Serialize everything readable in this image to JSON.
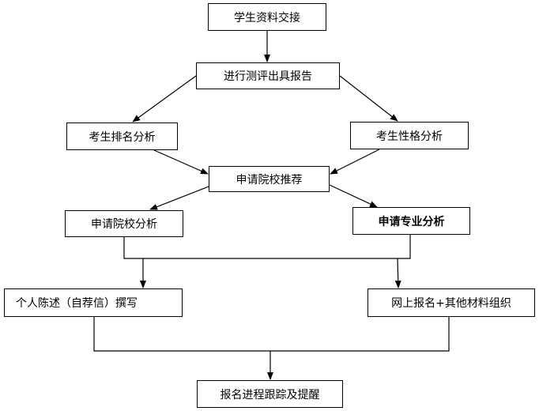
{
  "nodes": [
    {
      "id": "n1",
      "label": "学生资料交接"
    },
    {
      "id": "n2",
      "label": "进行测评出具报告"
    },
    {
      "id": "n3",
      "label": "考生排名分析"
    },
    {
      "id": "n4",
      "label": "考生性格分析"
    },
    {
      "id": "n5",
      "label": "申请院校推荐"
    },
    {
      "id": "n6",
      "label": "申请院校分析"
    },
    {
      "id": "n7",
      "label": "申请专业分析"
    },
    {
      "id": "n8",
      "label": "个人陈述（自荐信）撰写"
    },
    {
      "id": "n9",
      "label": "网上报名+其他材料组织"
    },
    {
      "id": "n10",
      "label": "报名进程跟踪及提醒"
    }
  ],
  "edges": [
    {
      "from": "学生资料交接",
      "to": "进行测评出具报告"
    },
    {
      "from": "进行测评出具报告",
      "to": "考生排名分析"
    },
    {
      "from": "进行测评出具报告",
      "to": "考生性格分析"
    },
    {
      "from": "考生排名分析",
      "to": "申请院校推荐"
    },
    {
      "from": "考生性格分析",
      "to": "申请院校推荐"
    },
    {
      "from": "申请院校推荐",
      "to": "申请院校分析"
    },
    {
      "from": "申请院校推荐",
      "to": "申请专业分析"
    },
    {
      "from": "申请院校分析",
      "to": "个人陈述（自荐信）撰写"
    },
    {
      "from": "申请专业分析",
      "to": "个人陈述（自荐信）撰写"
    },
    {
      "from": "申请院校分析",
      "to": "网上报名+其他材料组织"
    },
    {
      "from": "申请专业分析",
      "to": "网上报名+其他材料组织"
    },
    {
      "from": "个人陈述（自荐信）撰写",
      "to": "报名进程跟踪及提醒"
    },
    {
      "from": "网上报名+其他材料组织",
      "to": "报名进程跟踪及提醒"
    }
  ],
  "colors": {
    "line": "#000000",
    "box_border": "#000000",
    "background": "#ffffff"
  }
}
